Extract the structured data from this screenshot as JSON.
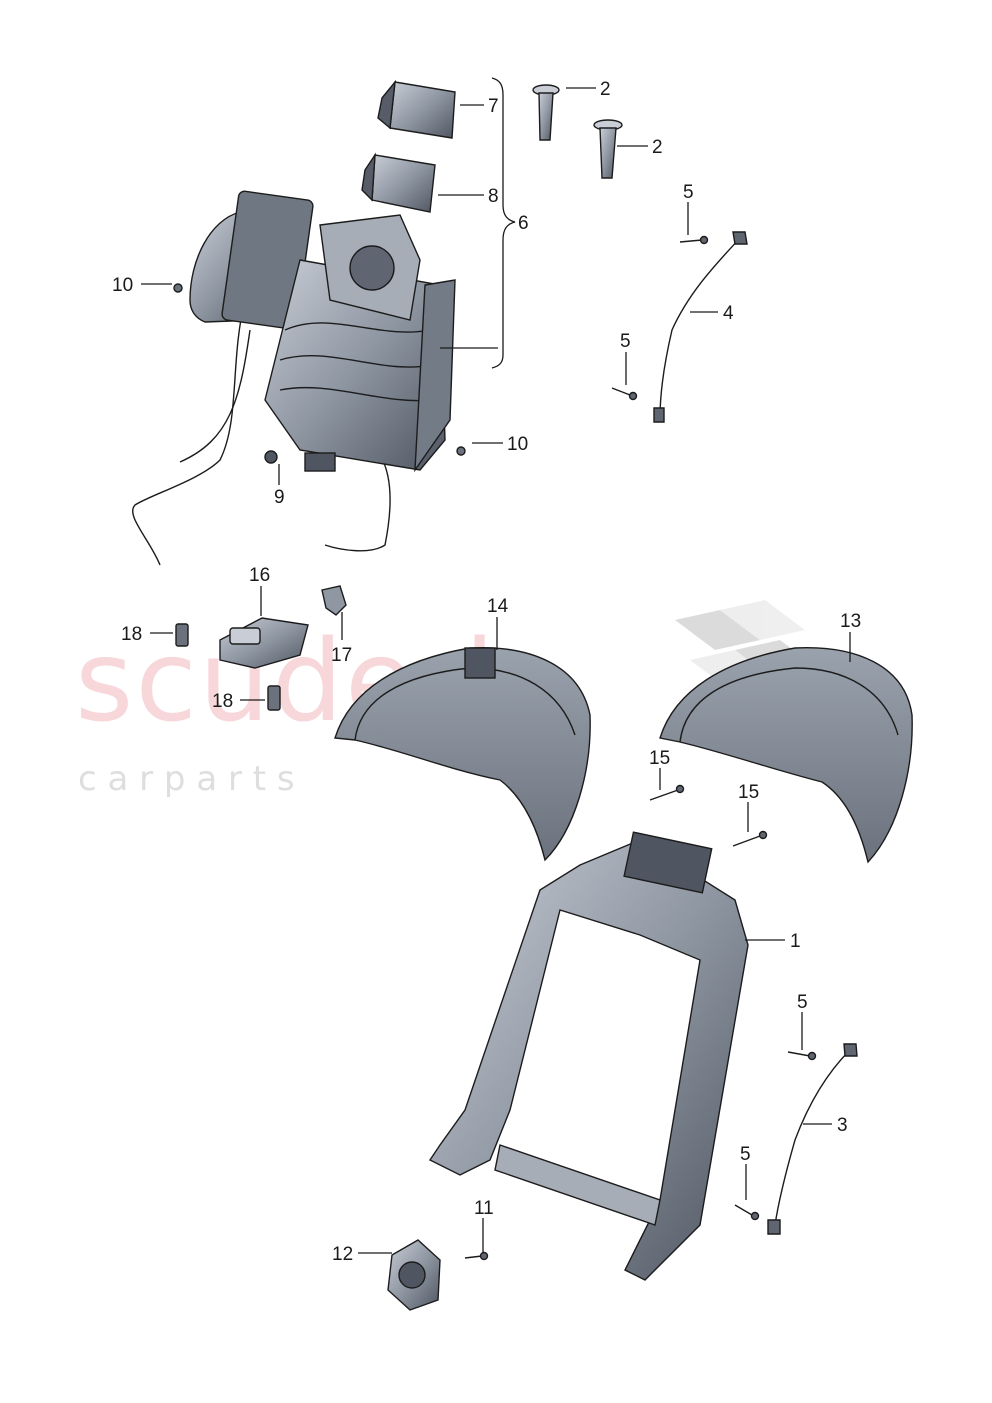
{
  "watermark": {
    "brand": "scuderia",
    "tagline": "c   a   r       p   a   r   t   s"
  },
  "colors": {
    "part_fill": "#8f97a3",
    "part_dark": "#4f5661",
    "part_light": "#c9ced6",
    "watermark_red": "#f2b8bc"
  },
  "labels": {
    "l1": "1",
    "l2a": "2",
    "l2b": "2",
    "l3": "3",
    "l4": "4",
    "l5a": "5",
    "l5b": "5",
    "l5c": "5",
    "l5d": "5",
    "l6": "6",
    "l7": "7",
    "l8": "8",
    "l9": "9",
    "l10a": "10",
    "l10b": "10",
    "l11": "11",
    "l12": "12",
    "l13": "13",
    "l14": "14",
    "l15a": "15",
    "l15b": "15",
    "l16": "16",
    "l17": "17",
    "l18a": "18",
    "l18b": "18"
  }
}
